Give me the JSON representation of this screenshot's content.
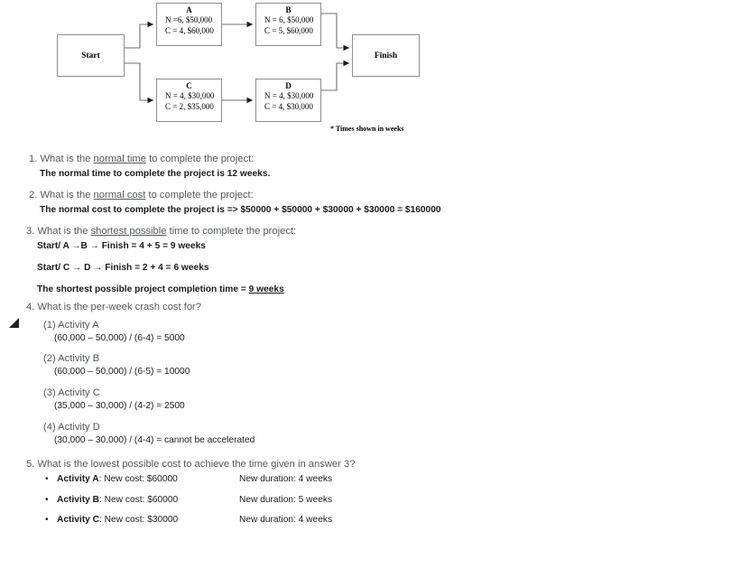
{
  "diagram": {
    "start_label": "Start",
    "finish_label": "Finish",
    "footnote": "* Times shown in weeks",
    "nodes": [
      {
        "id": "A",
        "title": "A",
        "line1": "N =6, $50,000",
        "line2": "C = 4, $60,000"
      },
      {
        "id": "B",
        "title": "B",
        "line1": "N = 6, $50,000",
        "line2": "C = 5, $60,000"
      },
      {
        "id": "C",
        "title": "C",
        "line1": "N = 4, $30,000",
        "line2": "C = 2, $35,000"
      },
      {
        "id": "D",
        "title": "D",
        "line1": "N = 4, $30,000",
        "line2": "C = 4, $30,000"
      }
    ]
  },
  "questions": {
    "q1": {
      "num": "1.",
      "pre": "What is the ",
      "em": "normal time",
      "post": " to complete the project:",
      "answer": "The normal time to complete the project is 12 weeks."
    },
    "q2": {
      "num": "2.",
      "pre": "What is the ",
      "em": "normal cost",
      "post": " to complete the project:",
      "answer": "The normal cost to complete the project is => $50000 + $50000 + $30000 + $30000 = $160000"
    },
    "q3": {
      "num": "3.",
      "pre": "What is the ",
      "em": "shortest possible",
      "post": " time to complete the project:",
      "line1": "Start/ A →B → Finish = 4 + 5 = 9 weeks",
      "line2": "Start/ C → D → Finish = 2 + 4 = 6 weeks",
      "line3_pre": "The shortest possible project completion time = ",
      "line3_em": "9 weeks"
    },
    "q4": {
      "num": "4.",
      "text": "What is the per-week crash cost for?",
      "items": [
        {
          "label": "(1) Activity A",
          "calc": "(60,000 – 50,000) / (6-4) = 5000"
        },
        {
          "label": "(2) Activity B",
          "calc": "(60,000 – 50,000) / (6-5) = 10000"
        },
        {
          "label": "(3) Activity C",
          "calc": "(35,000 – 30,000) / (4-2) = 2500"
        },
        {
          "label": "(4)  Activity D",
          "calc": "(30,000 – 30,000) / (4-4) = cannot be accelerated"
        }
      ]
    },
    "q5": {
      "num": "5.",
      "text": "What is the lowest possible cost to achieve the time given in answer 3?",
      "rows": [
        {
          "activity": "Activity A",
          "cost": ":  New cost: $60000",
          "duration": "New duration: 4 weeks"
        },
        {
          "activity": "Activity B",
          "cost": ":  New cost:  $60000",
          "duration": "New duration: 5 weeks"
        },
        {
          "activity": "Activity C",
          "cost": ":  New cost:  $30000",
          "duration": "New duration: 4 weeks"
        }
      ]
    }
  },
  "colors": {
    "question": "#54585a",
    "answer": "#1b1b1b",
    "node_border": "#8e8e8e"
  }
}
